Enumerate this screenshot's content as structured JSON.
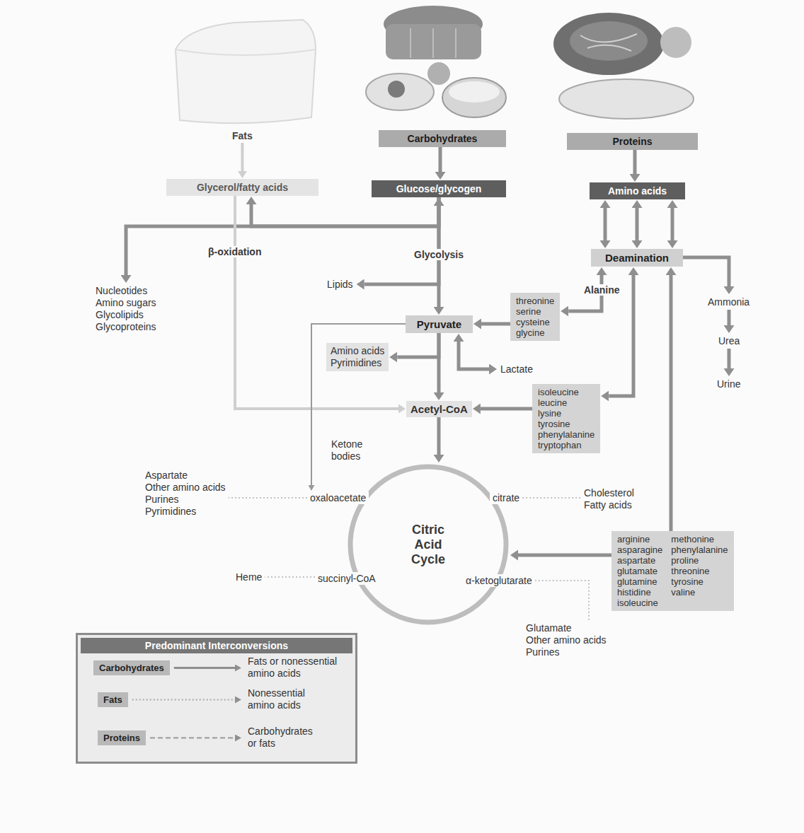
{
  "diagram": {
    "nodes": [
      {
        "text": [
          "Fats"
        ]
      },
      {
        "text": [
          "Carbohydrates"
        ]
      },
      {
        "text": [
          "Proteins"
        ]
      },
      {
        "text": [
          "Glycerol/fatty acids"
        ]
      },
      {
        "text": [
          "Glucose/glycogen"
        ]
      },
      {
        "text": [
          "Amino acids"
        ]
      },
      {
        "text": [
          "Deamination"
        ]
      },
      {
        "text": [
          "Nucleotides Amino sugars Glycolipids Glycoproteins"
        ]
      },
      {
        "text": [
          "Lipids"
        ]
      },
      {
        "text": [
          "Pyruvate"
        ]
      },
      {
        "text": [
          "threonine serine cysteine glycine"
        ]
      },
      {
        "text": [
          "Amino acids Pyrimidines"
        ]
      },
      {
        "text": [
          "Lactate"
        ]
      },
      {
        "text": [
          "Acetyl-CoA"
        ]
      },
      {
        "text": [
          "isoleucine leucine lysine tyrosine phenylalanine tryptophan"
        ]
      },
      {
        "text": [
          "Ammonia"
        ]
      },
      {
        "text": [
          "Urea"
        ]
      },
      {
        "text": [
          "Urine"
        ]
      },
      {
        "text": [
          "Citric Acid Cycle"
        ]
      },
      {
        "text": [
          "oxaloacetate"
        ]
      },
      {
        "text": [
          "citrate"
        ]
      },
      {
        "text": [
          "succinyl-CoA"
        ]
      },
      {
        "text": [
          "α-ketoglutarate"
        ]
      },
      {
        "text": [
          "Aspartate Other amino acids Purines Pyrimidines"
        ]
      },
      {
        "text": [
          "Cholesterol Fatty acids"
        ]
      },
      {
        "text": [
          "Heme"
        ]
      },
      {
        "text": [
          "arginine asparagine aspartate glutamate glutamine histidine isoleucine",
          "methonine phenylalanine proline threonine tyrosine valine"
        ]
      },
      {
        "text": [
          "Glutamate Other amino acids Purines"
        ]
      },
      {
        "text": [
          "Predominant Interconversions"
        ]
      },
      {
        "text": [
          "Carbohydrates"
        ],
        "in": 28
      },
      {
        "text": [
          "Fats"
        ],
        "in": 28
      },
      {
        "text": [
          "Proteins"
        ],
        "in": 28
      }
    ],
    "edges": [
      {
        "from": 0,
        "to": 3,
        "arrow": "to"
      },
      {
        "from": 1,
        "to": 4,
        "arrow": "to"
      },
      {
        "from": 2,
        "to": 5,
        "arrow": "to"
      },
      {
        "from": 4,
        "to": 9,
        "label": "Glycolysis",
        "arrow": "both"
      },
      {
        "from": 4,
        "to": 7,
        "arrow": "to"
      },
      {
        "from": 4,
        "to": 3,
        "arrow": "to"
      },
      {
        "from": 3,
        "to": 13,
        "label": "β-oxidation",
        "arrow": "to"
      },
      {
        "from": 4,
        "to": 8,
        "arrow": "to"
      },
      {
        "from": 9,
        "to": 11,
        "arrow": "to"
      },
      {
        "from": 9,
        "to": 12,
        "arrow": "both"
      },
      {
        "from": 9,
        "to": 13,
        "arrow": "to"
      },
      {
        "from": 9,
        "to": 19,
        "arrow": "to"
      },
      {
        "from": 13,
        "to": 18,
        "arrow": "to"
      },
      {
        "from": 5,
        "to": 6,
        "arrow": "both"
      },
      {
        "from": 5,
        "to": 6,
        "arrow": "both"
      },
      {
        "from": 5,
        "to": 6,
        "arrow": "both"
      },
      {
        "from": 6,
        "to": 10,
        "label": "Alanine",
        "arrow": "both"
      },
      {
        "from": 10,
        "to": 9,
        "arrow": "to"
      },
      {
        "from": 6,
        "to": 14,
        "arrow": "both"
      },
      {
        "from": 14,
        "to": 13,
        "arrow": "to"
      },
      {
        "from": 6,
        "to": 15,
        "arrow": "to"
      },
      {
        "from": 15,
        "to": 16,
        "arrow": "to"
      },
      {
        "from": 16,
        "to": 17,
        "arrow": "to"
      },
      {
        "from": 26,
        "to": 6,
        "arrow": "to"
      },
      {
        "from": 26,
        "to": 18,
        "arrow": "to"
      },
      {
        "from": 19,
        "to": 23,
        "arrow": "none"
      },
      {
        "from": 20,
        "to": 24,
        "arrow": "none"
      },
      {
        "from": 21,
        "to": 25,
        "arrow": "none"
      },
      {
        "from": 22,
        "to": 27,
        "arrow": "none"
      }
    ],
    "labels": [
      "Ketone bodies"
    ],
    "legend": [
      {
        "text": "Fats or nonessential amino acids"
      },
      {
        "text": "Nonessential amino acids"
      },
      {
        "text": "Carbohydrates or fats"
      }
    ]
  }
}
